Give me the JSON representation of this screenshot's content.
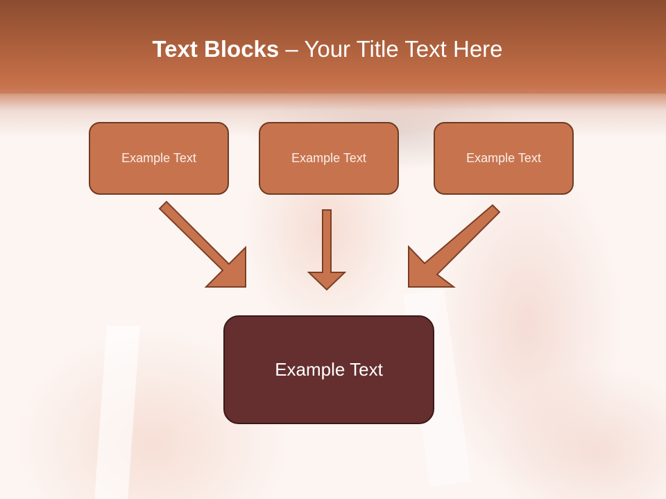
{
  "slide": {
    "title_bold": "Text Blocks",
    "title_dash": " – ",
    "title_rest": "Your Title Text Here"
  },
  "top_blocks": [
    {
      "label": "Example Text"
    },
    {
      "label": "Example Text"
    },
    {
      "label": "Example Text"
    }
  ],
  "bottom_block": {
    "label": "Example Text"
  },
  "arrows": [
    {
      "direction": "down-right"
    },
    {
      "direction": "down"
    },
    {
      "direction": "down-left"
    }
  ],
  "colors": {
    "header_top": "#8b4c30",
    "header_bottom": "#c97a55",
    "top_block_fill": "#c7744e",
    "top_block_border": "#6e3a22",
    "bottom_block_fill": "#652f2f",
    "bottom_block_border": "#3c1818",
    "arrow_fill": "#c7744e",
    "arrow_stroke": "#7a3f25"
  }
}
